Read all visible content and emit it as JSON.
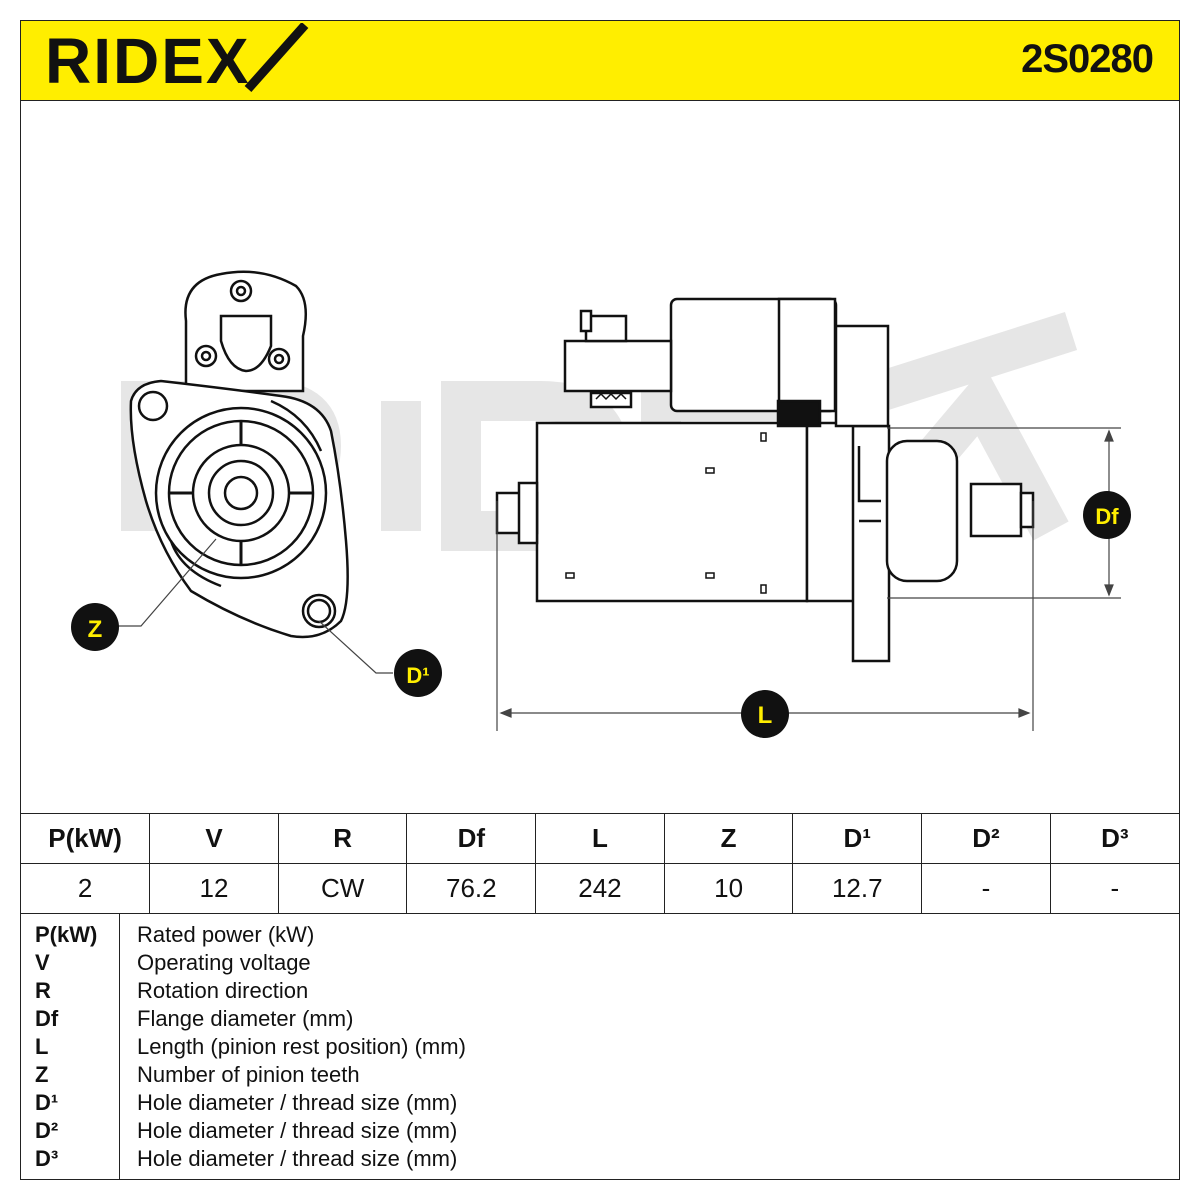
{
  "header": {
    "brand": "RIDEX",
    "part_number": "2S0280",
    "colors": {
      "band": "#ffee00",
      "ink": "#111111",
      "watermark": "#e6e6e6"
    }
  },
  "drawing": {
    "icons": [
      "starter-front-view",
      "starter-side-view"
    ],
    "callouts": {
      "z": "Z",
      "d1": "D¹",
      "df": "Df",
      "l": "L"
    }
  },
  "spec_table": {
    "headers": [
      "P(kW)",
      "V",
      "R",
      "Df",
      "L",
      "Z",
      "D¹",
      "D²",
      "D³"
    ],
    "values": [
      "2",
      "12",
      "CW",
      "76.2",
      "242",
      "10",
      "12.7",
      "-",
      "-"
    ]
  },
  "legend": [
    {
      "key": "P(kW)",
      "text": "Rated power (kW)"
    },
    {
      "key": "V",
      "text": "Operating voltage"
    },
    {
      "key": "R",
      "text": "Rotation direction"
    },
    {
      "key": "Df",
      "text": "Flange diameter (mm)"
    },
    {
      "key": "L",
      "text": "Length (pinion rest position) (mm)"
    },
    {
      "key": "Z",
      "text": "Number of pinion teeth"
    },
    {
      "key": "D¹",
      "text": "Hole diameter / thread size (mm)"
    },
    {
      "key": "D²",
      "text": "Hole diameter / thread size (mm)"
    },
    {
      "key": "D³",
      "text": "Hole diameter / thread size (mm)"
    }
  ]
}
